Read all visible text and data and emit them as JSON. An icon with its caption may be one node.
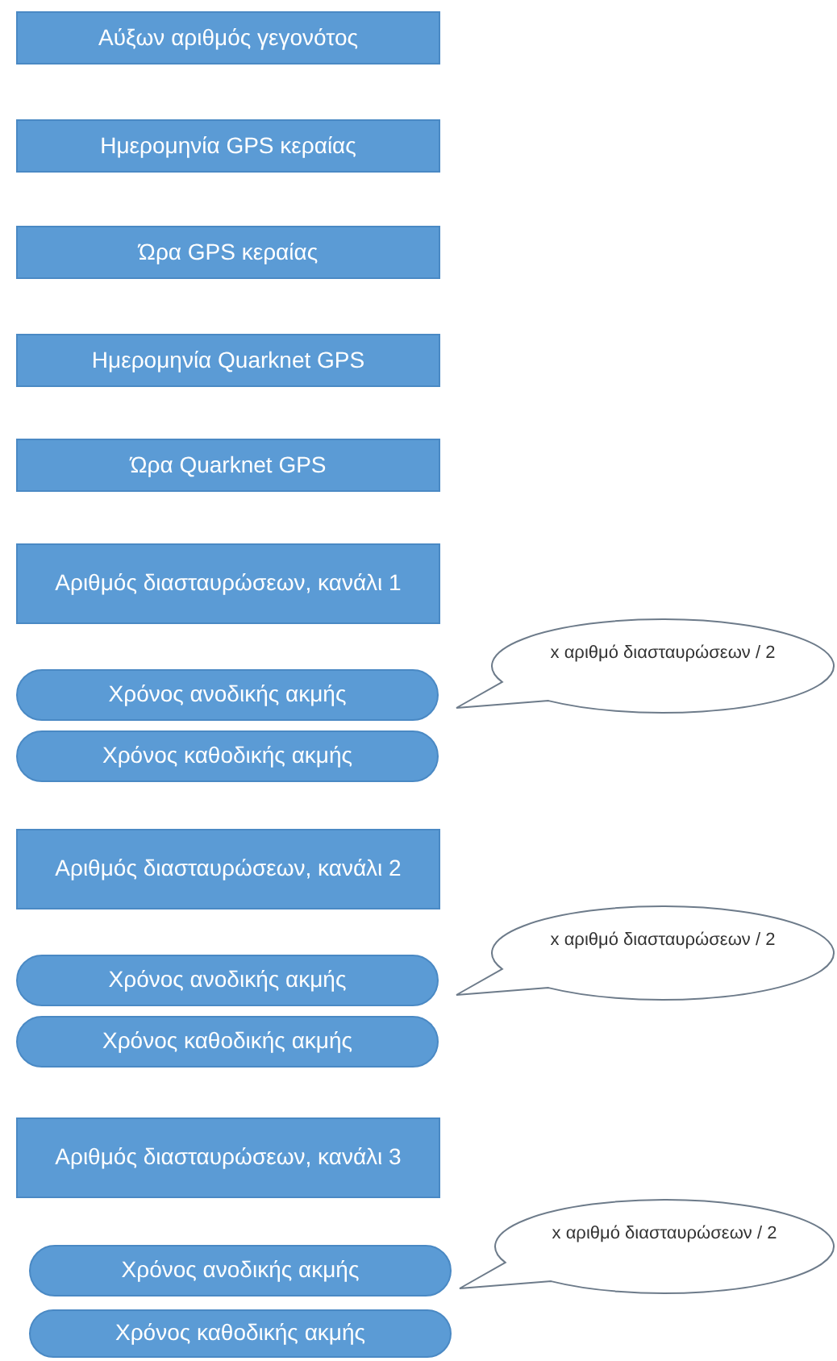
{
  "diagram": {
    "nodes": [
      {
        "text": [
          "Αύξων αριθμός γεγονότος"
        ]
      },
      {
        "text": [
          "Ημερομηνία GPS κεραίας"
        ]
      },
      {
        "text": [
          "Ώρα GPS κεραίας"
        ]
      },
      {
        "text": [
          "Ημερομηνία Quarknet GPS"
        ]
      },
      {
        "text": [
          "Ώρα Quarknet GPS"
        ]
      },
      {
        "text": [
          "Αριθμός διασταυρώσεων, κανάλι 1"
        ]
      },
      {
        "text": [
          "Χρόνος ανοδικής ακμής"
        ]
      },
      {
        "text": [
          "Χρόνος καθοδικής ακμής"
        ]
      },
      {
        "text": [
          "x αριθμό διασταυρώσεων / 2"
        ]
      },
      {
        "text": [
          "Αριθμός διασταυρώσεων, κανάλι 2"
        ]
      },
      {
        "text": [
          "Χρόνος ανοδικής ακμής"
        ]
      },
      {
        "text": [
          "Χρόνος καθοδικής ακμής"
        ]
      },
      {
        "text": [
          "x αριθμό διασταυρώσεων / 2"
        ]
      },
      {
        "text": [
          "Αριθμός διασταυρώσεων, κανάλι 3"
        ]
      },
      {
        "text": [
          "Χρόνος ανοδικής ακμής"
        ]
      },
      {
        "text": [
          "Χρόνος καθοδικής ακμής"
        ]
      },
      {
        "text": [
          "x αριθμό διασταυρώσεων / 2"
        ]
      }
    ]
  }
}
